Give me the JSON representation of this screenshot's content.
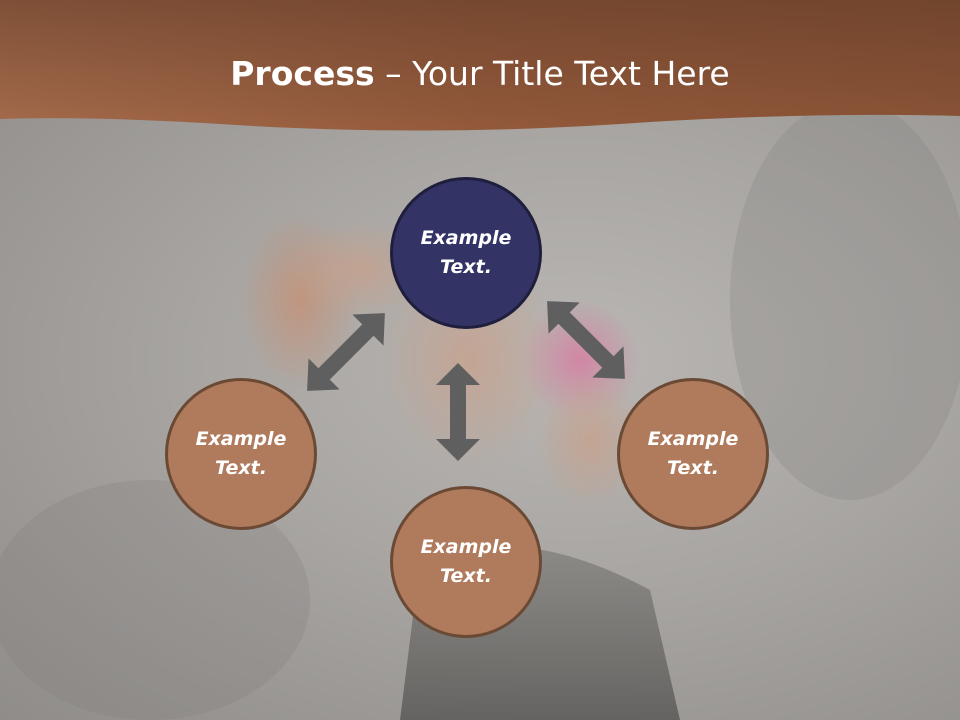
{
  "title": {
    "bold": "Process",
    "rest": " – Your Title Text Here"
  },
  "nodes": {
    "top": "Example Text.",
    "left": "Example Text.",
    "right": "Example Text.",
    "bottom": "Example Text."
  },
  "colors": {
    "header": "#9c6445",
    "center_node": "#333366",
    "outer_node": "#b07a5c",
    "arrow": "#5f5f5f"
  }
}
